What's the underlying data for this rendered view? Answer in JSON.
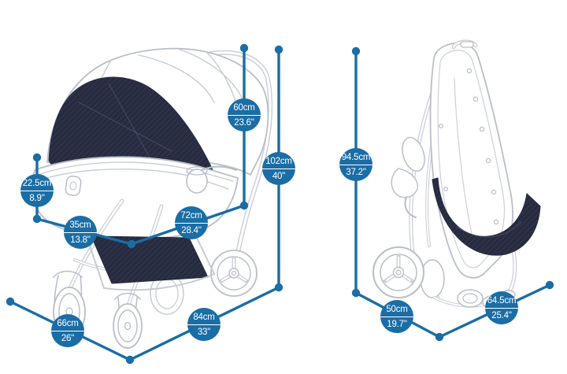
{
  "colors": {
    "accent_blue": "#1a6da5",
    "fabric_dark": "#262b40",
    "fabric_hatch": "#3b4159",
    "line_gray": "#b9bec9"
  },
  "views": {
    "open": {
      "illustration": "pet-stroller-open-side-view",
      "measurements": [
        {
          "id": "canopy-height",
          "cm": "60cm",
          "inch": "23.6\""
        },
        {
          "id": "overall-height",
          "cm": "102cm",
          "inch": "40\""
        },
        {
          "id": "bassinet-depth",
          "cm": "22.5cm",
          "inch": "8.9\""
        },
        {
          "id": "front-width",
          "cm": "35cm",
          "inch": "13.8\""
        },
        {
          "id": "inner-length",
          "cm": "72cm",
          "inch": "28.4\""
        },
        {
          "id": "base-width",
          "cm": "66cm",
          "inch": "26\""
        },
        {
          "id": "base-length",
          "cm": "84cm",
          "inch": "33\""
        }
      ]
    },
    "folded": {
      "illustration": "pet-stroller-folded-view",
      "measurements": [
        {
          "id": "folded-height",
          "cm": "94.5cm",
          "inch": "37.2\""
        },
        {
          "id": "folded-width",
          "cm": "50cm",
          "inch": "19.7\""
        },
        {
          "id": "folded-depth",
          "cm": "64.5cm",
          "inch": "25.4\""
        }
      ]
    }
  }
}
